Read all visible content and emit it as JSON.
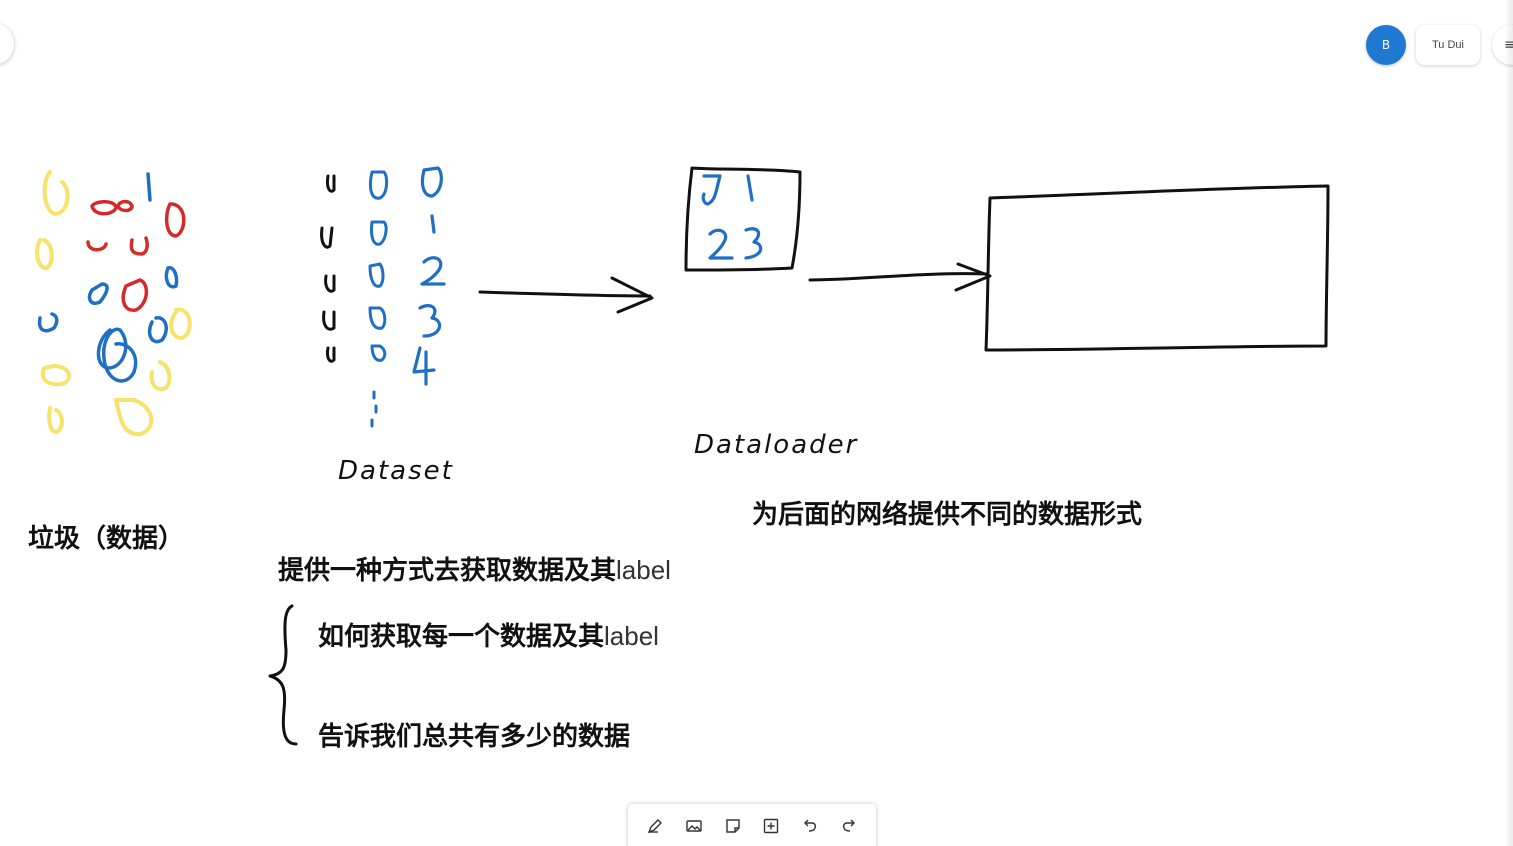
{
  "header": {
    "avatar_initial": "B",
    "user_name": "Tu Dui",
    "menu_glyph": "≡"
  },
  "canvas": {
    "dataset_label": "Dataset",
    "dataloader_label": "Dataloader",
    "loader_numbers_row1": "J 1",
    "loader_numbers_row2": "2 3",
    "dataset_col3": [
      "0",
      "1",
      "2",
      "3",
      "4"
    ],
    "garbage_text": "垃圾（数据）",
    "dataloader_desc": "为后面的网络提供不同的数据形式",
    "dataset_desc_bold": "提供一种方式去获取数据及其",
    "dataset_desc_light": "label",
    "item1_bold": "如何获取每一个数据及其",
    "item1_light": "label",
    "item2": "告诉我们总共有多少的数据",
    "colors": {
      "yellow": "#f7e26b",
      "red": "#d42a2a",
      "blue": "#1f6fc5",
      "ink": "#111111"
    }
  },
  "toolbar": {
    "tools": [
      "pen-icon",
      "image-icon",
      "note-icon",
      "add-box-icon",
      "undo-icon",
      "redo-icon"
    ]
  }
}
